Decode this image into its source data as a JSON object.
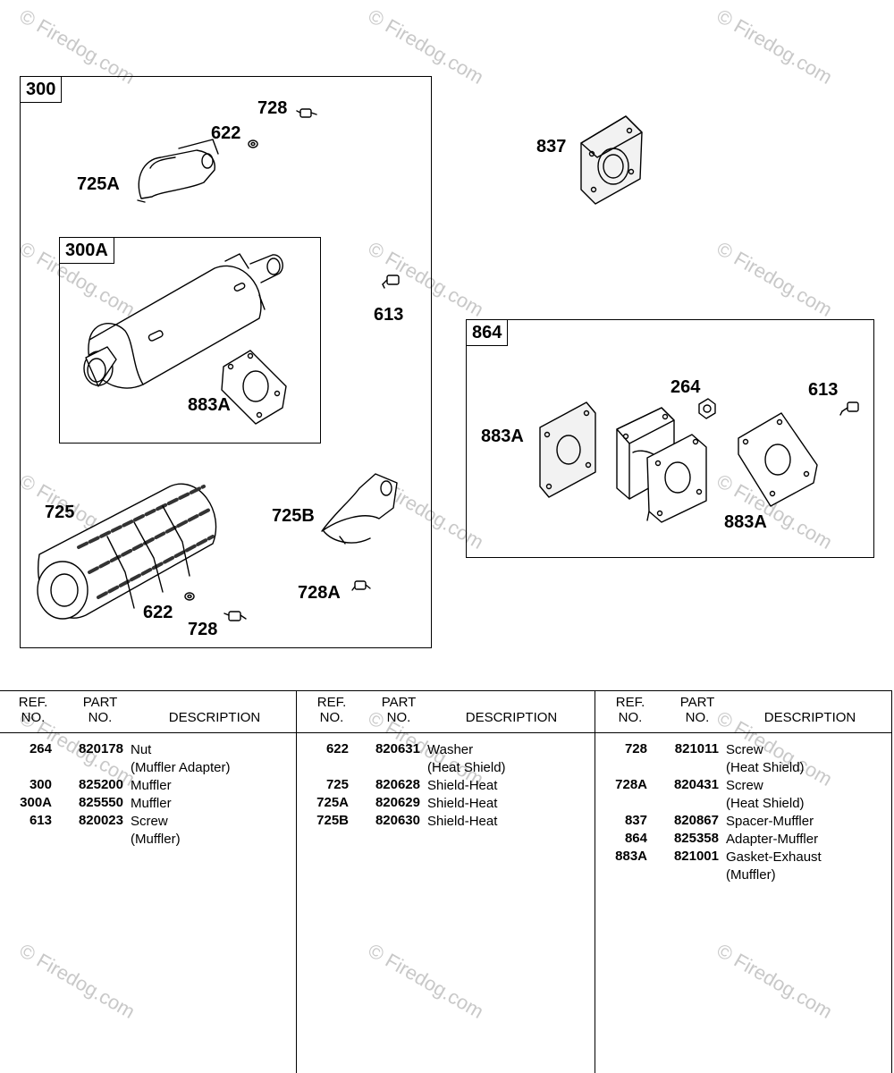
{
  "groups": {
    "g300": "300",
    "g300a": "300A",
    "g864": "864"
  },
  "callouts": {
    "c728_top": "728",
    "c622_top": "622",
    "c725a": "725A",
    "c837": "837",
    "c613_mid": "613",
    "c883a_inner": "883A",
    "c725": "725",
    "c725b": "725B",
    "c728a": "728A",
    "c622_bot": "622",
    "c728_bot": "728",
    "c264": "264",
    "c613_right": "613",
    "c883a_left": "883A",
    "c883a_right": "883A"
  },
  "watermark": "© Firedog.com",
  "table": {
    "headers": {
      "ref": [
        "REF.",
        "NO."
      ],
      "part": [
        "PART",
        "NO."
      ],
      "description": "DESCRIPTION"
    },
    "columns": [
      [
        {
          "ref": "264",
          "part": "820178",
          "desc": [
            "Nut",
            "(Muffler Adapter)"
          ]
        },
        {
          "ref": "300",
          "part": "825200",
          "desc": [
            "Muffler"
          ]
        },
        {
          "ref": "300A",
          "part": "825550",
          "desc": [
            "Muffler"
          ]
        },
        {
          "ref": "613",
          "part": "820023",
          "desc": [
            "Screw",
            "(Muffler)"
          ]
        }
      ],
      [
        {
          "ref": "622",
          "part": "820631",
          "desc": [
            "Washer",
            "(Heat Shield)"
          ]
        },
        {
          "ref": "725",
          "part": "820628",
          "desc": [
            "Shield-Heat"
          ]
        },
        {
          "ref": "725A",
          "part": "820629",
          "desc": [
            "Shield-Heat"
          ]
        },
        {
          "ref": "725B",
          "part": "820630",
          "desc": [
            "Shield-Heat"
          ]
        }
      ],
      [
        {
          "ref": "728",
          "part": "821011",
          "desc": [
            "Screw",
            "(Heat Shield)"
          ]
        },
        {
          "ref": "728A",
          "part": "820431",
          "desc": [
            "Screw",
            "(Heat Shield)"
          ]
        },
        {
          "ref": "837",
          "part": "820867",
          "desc": [
            "Spacer-Muffler"
          ]
        },
        {
          "ref": "864",
          "part": "825358",
          "desc": [
            "Adapter-Muffler"
          ]
        },
        {
          "ref": "883A",
          "part": "821001",
          "desc": [
            "Gasket-Exhaust",
            "(Muffler)"
          ]
        }
      ]
    ]
  }
}
